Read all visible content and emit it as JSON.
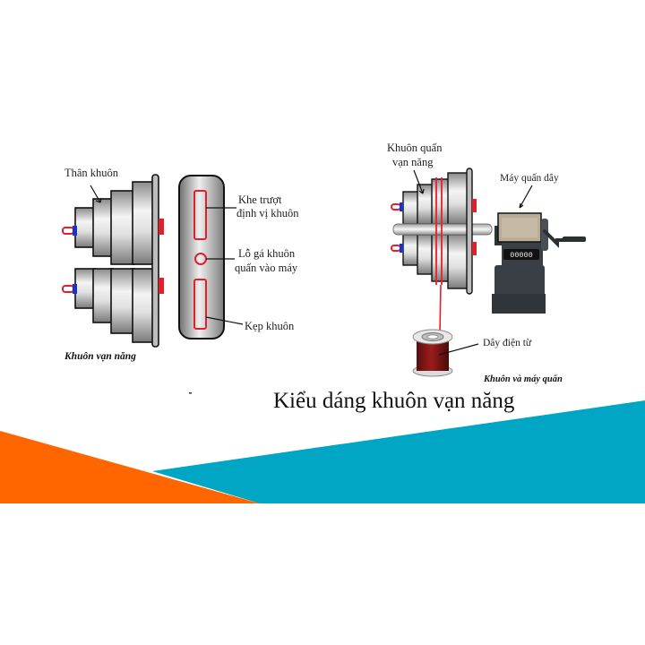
{
  "slide": {
    "title": "Kiểu dáng khuôn vạn năng",
    "colors": {
      "orange": "#ff6600",
      "teal": "#00a6c4",
      "wire_red": "#e8202a",
      "mold_gray": "#c8c8c8",
      "machine_dark": "#3a3f45"
    }
  },
  "left_diagram": {
    "caption": "Khuôn vạn năng",
    "labels": {
      "mold_body": "Thân khuôn",
      "slide_slot_line1": "Khe trượt",
      "slide_slot_line2": "định vị khuôn",
      "mount_hole_line1": "Lỗ gá khuôn",
      "mount_hole_line2": "quấn vào máy",
      "clamp": "Kẹp khuôn"
    }
  },
  "right_diagram": {
    "caption": "Khuôn và máy quấn",
    "labels": {
      "universal_mold_line1": "Khuôn quấn",
      "universal_mold_line2": "vạn năng",
      "winding_machine": "Máy quấn dây",
      "magnet_wire": "Dây điện từ"
    },
    "counter_display": "00000"
  }
}
